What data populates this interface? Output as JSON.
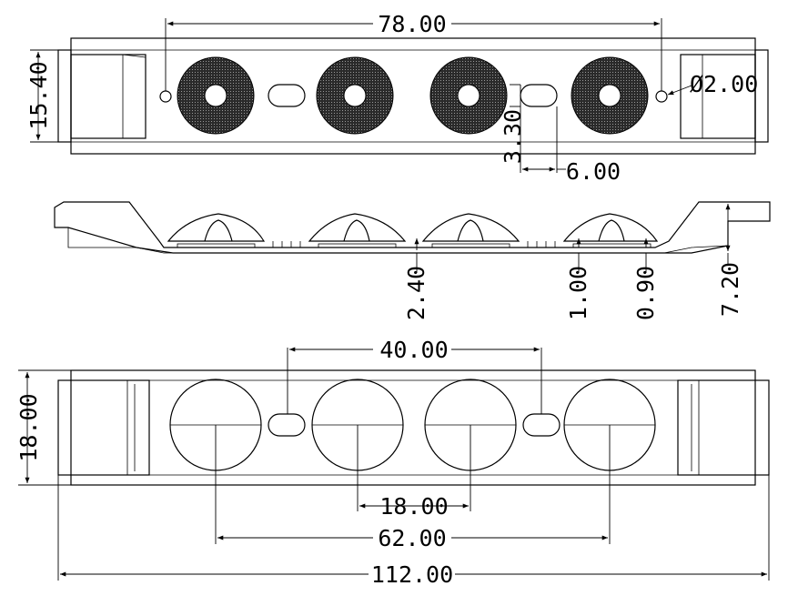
{
  "top_view": {
    "dim_hole_spacing": "78.00",
    "dim_height": "15.40",
    "dim_hole_diameter": "Ø2.00",
    "dim_slot_height": "3.30",
    "dim_slot_width": "6.00"
  },
  "side_view": {
    "dim_a": "2.40",
    "dim_b": "1.00",
    "dim_c": "0.90",
    "dim_height": "7.20"
  },
  "bottom_view": {
    "dim_slot_spacing": "40.00",
    "dim_height": "18.00",
    "dim_lens_pitch": "18.00",
    "dim_outer_lens": "62.00",
    "dim_total_length": "112.00"
  },
  "colors": {
    "line": "#000000",
    "background": "#ffffff"
  }
}
